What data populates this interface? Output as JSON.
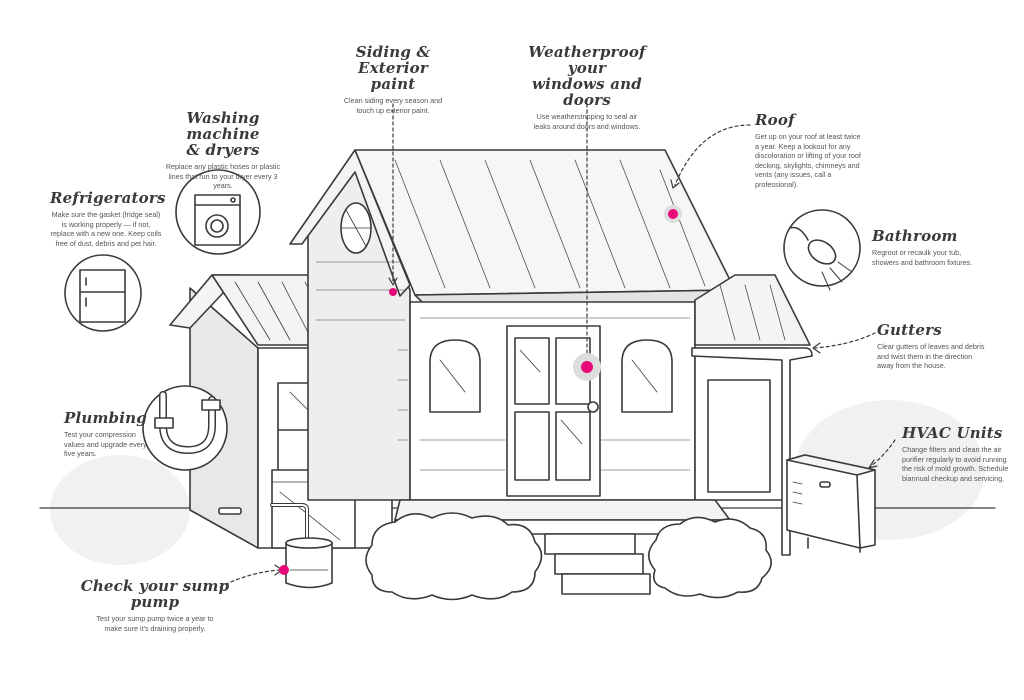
{
  "colors": {
    "line": "#3a3a3a",
    "fill_light": "#f4f4f4",
    "fill_mid": "#e8e8e8",
    "marker": "#e8087a",
    "ground": "#f1f1f1"
  },
  "icons": [
    "washing-machine-icon",
    "refrigerator-icon",
    "pipe-icon",
    "shower-head-icon"
  ],
  "callouts": {
    "siding": {
      "title_line1": "Siding & Exterior",
      "title_line2": "paint",
      "text": "Clean siding every season and touch up exterior paint."
    },
    "weatherproof": {
      "title_line1": "Weatherproof your",
      "title_line2": "windows and doors",
      "text": "Use weatherstripping to seal air leaks around doors and windows."
    },
    "washing": {
      "title_line1": "Washing machine",
      "title_line2": "& dryers",
      "text": "Replace any plastic hoses or plastic lines that run to your dryer every 3 years."
    },
    "roof": {
      "title": "Roof",
      "text": "Get up on your roof at least twice a year. Keep a lookout for any discoloration or lifting of your roof decking, skylights, chimneys and vents (any issues, call a professional)."
    },
    "refrigerators": {
      "title": "Refrigerators",
      "text": "Make sure the gasket (fridge seal) is working properly — if not, replace with a new one. Keep coils free of dust, debris and pet hair."
    },
    "bathroom": {
      "title": "Bathroom",
      "text": "Regrout or recaulk your tub, showers and bathroom fixtures."
    },
    "gutters": {
      "title": "Gutters",
      "text": "Clear gutters of leaves and debris and twist them in the direction away from the house."
    },
    "plumbing": {
      "title": "Plumbing",
      "text": "Test your compression values and upgrade every five years."
    },
    "hvac": {
      "title": "HVAC Units",
      "text": "Change filters and clean the air purifier regularly to avoid running the risk of mold growth. Schedule biannual checkup and servicing."
    },
    "sump": {
      "title": "Check your sump pump",
      "text": "Test your sump pump twice a year to make sure it's draining properly."
    }
  }
}
